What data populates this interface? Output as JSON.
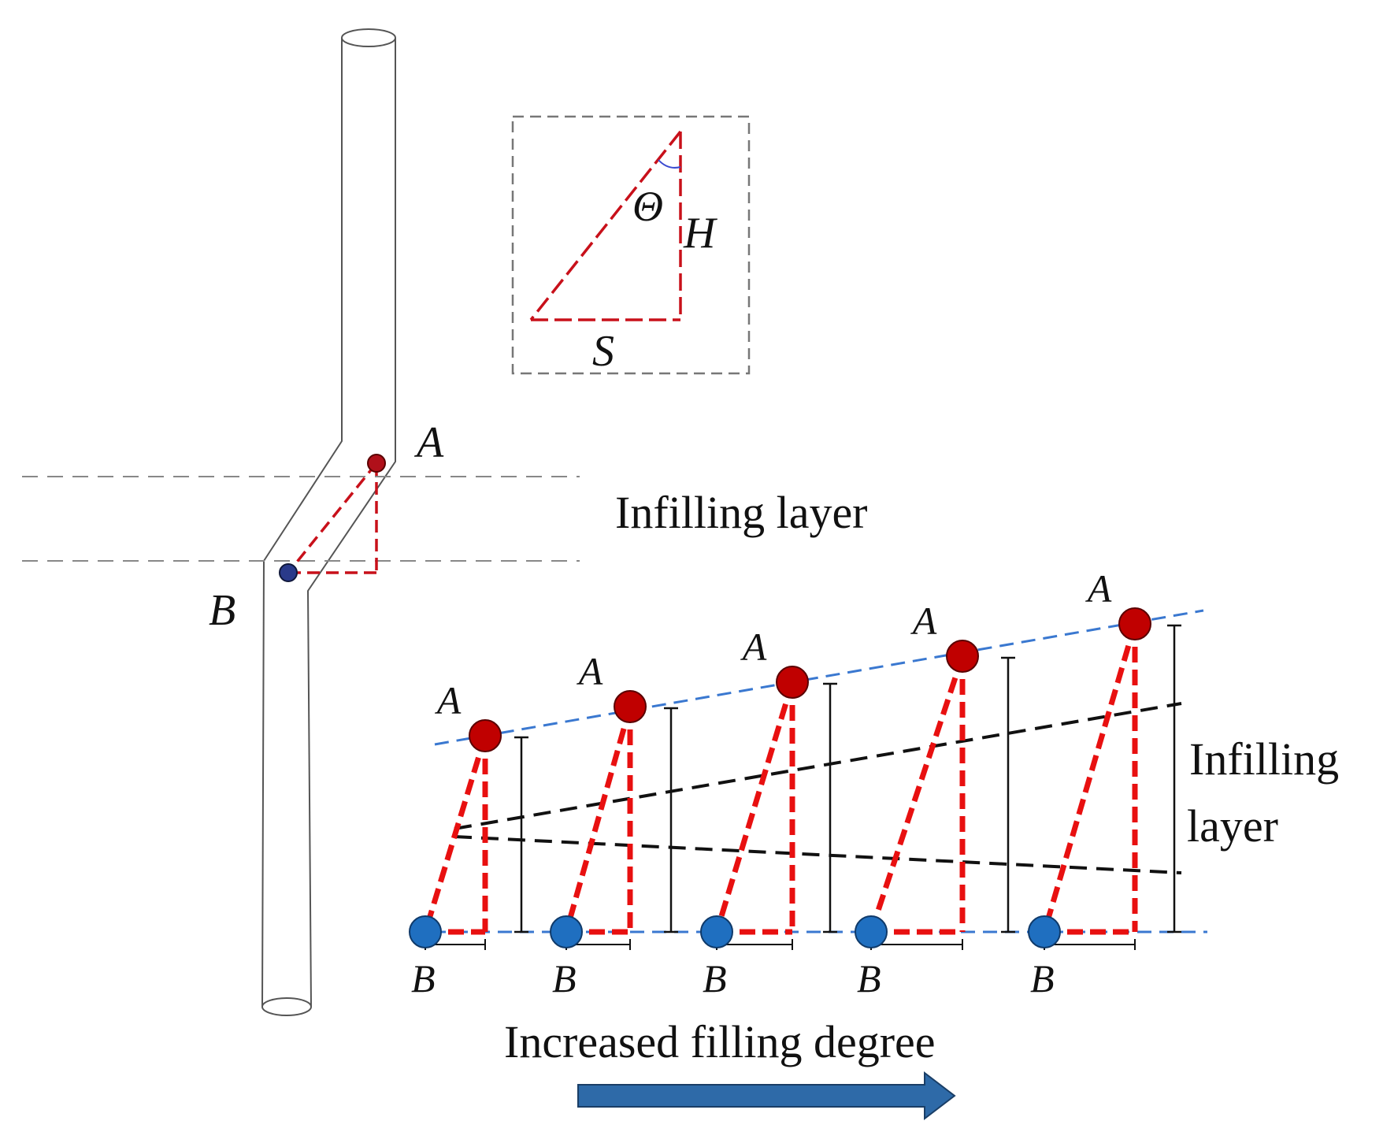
{
  "labels": {
    "point_a": "A",
    "point_b": "B",
    "theta": "Θ",
    "height": "H",
    "span": "S",
    "infilling_layer_top": "Infilling layer",
    "infilling_layer_right_line1": "Infilling",
    "infilling_layer_right_line2": "layer",
    "increased_filling_degree": "Increased  filling degree"
  },
  "colors": {
    "pipe_outline": "#555555",
    "layer_boundary": "#888888",
    "point_a_fill": "#b0101a",
    "point_b_fill": "#2a3a8a",
    "series_point_a_fill": "#c00000",
    "series_point_b_fill": "#1f6fc0",
    "triangle_dash": "#e81010",
    "inset_triangle": "#c8101a",
    "top_fit_line": "#3a78d0",
    "infill_bounds": "#111111",
    "arrow_fill": "#2e6aa8"
  }
}
